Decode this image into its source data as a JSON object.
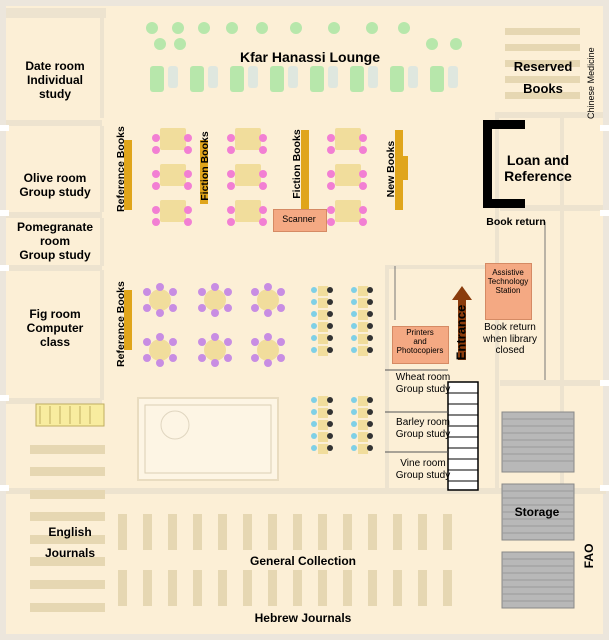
{
  "map": {
    "lounge": "Kfar Hanassi Lounge",
    "reserved_books": "Reserved\nBooks",
    "chinese_medicine": "Chinese Medicine",
    "loan_reference": "Loan and\nReference",
    "book_return": "Book return",
    "date_room": "Date room\nIndividual\nstudy",
    "olive_room": "Olive room\nGroup study",
    "pomegranate_room": "Pomegranate\nroom\nGroup study",
    "fig_room": "Fig room\nComputer\nclass",
    "reference_books_top": "Reference Books",
    "reference_books_bottom": "Reference Books",
    "fiction_books_1": "Fiction Books",
    "fiction_books_2": "Fiction Books",
    "new_books": "New Books",
    "scanner": "Scanner",
    "assistive_technology": "Assistive\nTechnology\nStation",
    "printers": "Printers\nand\nPhotocopiers",
    "entrance": "Entrance",
    "book_return_closed": "Book return\nwhen library\nclosed",
    "wheat_room": "Wheat room\nGroup study",
    "barley_room": "Barley room\nGroup study",
    "vine_room": "Vine room\nGroup study",
    "english_journals": "English\nJournals",
    "general_collection": "General Collection",
    "hebrew_journals": "Hebrew Journals",
    "storage": "Storage",
    "fao": "FAO"
  },
  "colors": {
    "floor": "#fcefd6",
    "wall": "#ece6dc",
    "shelf": "#e6d7b2",
    "table": "#f1dd9c",
    "chair_pink": "#f27fd3",
    "chair_purple": "#c88de3",
    "chair_cyan": "#7fd0e6",
    "sofa_green": "#b7e7ab",
    "orange_box": "#f4a983",
    "yellow_bar": "#e0a51b",
    "entrance_arrow": "#8a3c0d"
  }
}
